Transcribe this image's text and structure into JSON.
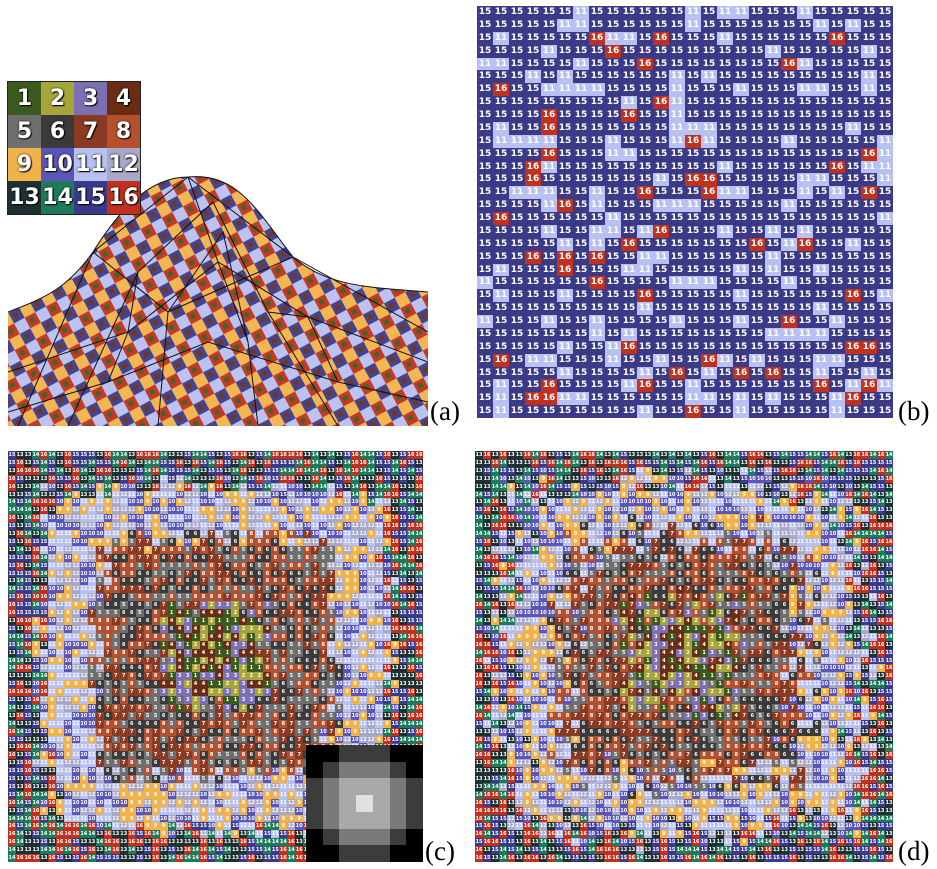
{
  "panel_labels": {
    "a": "(a)",
    "b": "(b)",
    "c": "(c)",
    "d": "(d)"
  },
  "legend": {
    "tiles": [
      {
        "label": "1",
        "color": "#3d5a1e"
      },
      {
        "label": "2",
        "color": "#a7a53a"
      },
      {
        "label": "3",
        "color": "#7c6fb4"
      },
      {
        "label": "4",
        "color": "#6b2c14"
      },
      {
        "label": "5",
        "color": "#6e6e6e"
      },
      {
        "label": "6",
        "color": "#3a3a3a"
      },
      {
        "label": "7",
        "color": "#8a3a22"
      },
      {
        "label": "8",
        "color": "#b4502e"
      },
      {
        "label": "9",
        "color": "#f2b24a"
      },
      {
        "label": "10",
        "color": "#5a55b8"
      },
      {
        "label": "11",
        "color": "#b8c0f0"
      },
      {
        "label": "12",
        "color": "#a8a8c8"
      },
      {
        "label": "13",
        "color": "#1e3032"
      },
      {
        "label": "14",
        "color": "#1f7a5a"
      },
      {
        "label": "15",
        "color": "#3a3a8c"
      },
      {
        "label": "16",
        "color": "#c0301c"
      }
    ]
  },
  "panel_b": {
    "base_label": "15",
    "light_label": "11",
    "red_label": "16",
    "base_color": "#3b3a86",
    "light_color": "#b7c1f2",
    "red_color": "#c2311e"
  },
  "kernel_colors": [
    "#000000",
    "#3c3c3c",
    "#7a7a7a",
    "#a8a8a8",
    "#e0e0e0"
  ]
}
